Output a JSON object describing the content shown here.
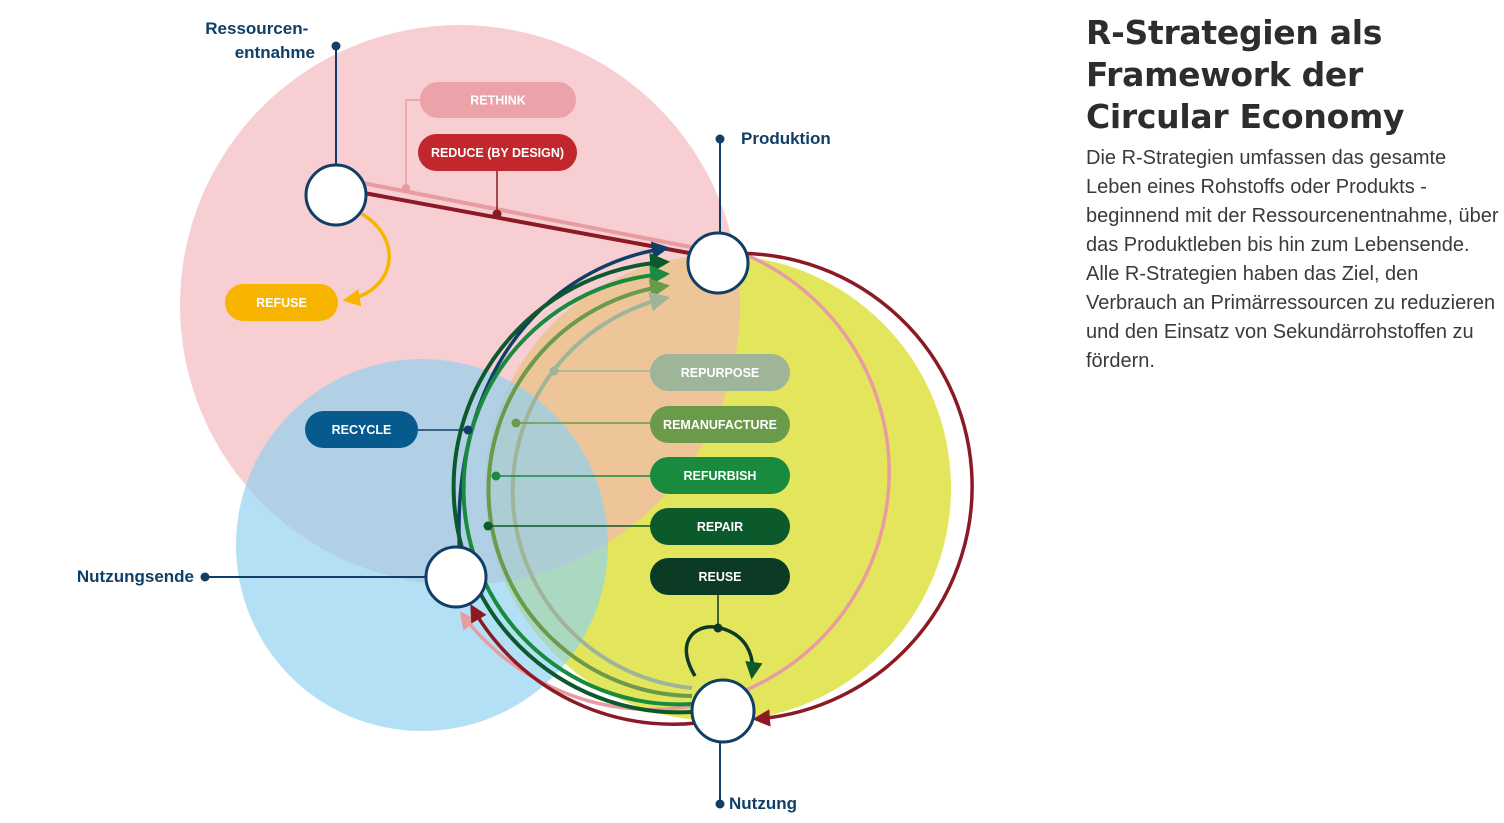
{
  "colors": {
    "navy": "#0f3e66",
    "dark_red": "#8b1a24",
    "pink_line": "#e89ca2",
    "pink_area": "#f3c4c7",
    "blue_area": "#a8dcf2",
    "yellow_area": "#e3e65c",
    "orange": "#f7b500",
    "recycle_blue": "#065a8e",
    "text_dark": "#2d2d2d"
  },
  "stages": {
    "resource_extraction": "Ressourcen- entnahme",
    "production": "Produktion",
    "end_of_use": "Nutzungsende",
    "use": "Nutzung"
  },
  "strategies": {
    "rethink": "RETHINK",
    "reduce": "REDUCE (BY DESIGN)",
    "refuse": "REFUSE",
    "recycle": "RECYCLE",
    "repurpose": "REPURPOSE",
    "remanufacture": "REMANUFACTURE",
    "refurbish": "REFURBISH",
    "repair": "REPAIR",
    "reuse": "REUSE"
  },
  "panel": {
    "title": "R-Strategien als Framework der Circular Economy",
    "body": "Die R-Strategien umfassen das gesamte Leben eines Rohstoffs oder Produkts - beginnend mit der Ressourcenentnahme, über das Produktleben bis hin zum Lebensende. Alle R-Strategien haben das Ziel, den Verbrauch an Primärressourcen zu reduzieren und den Einsatz von Sekundärrohstoffen zu fördern."
  }
}
